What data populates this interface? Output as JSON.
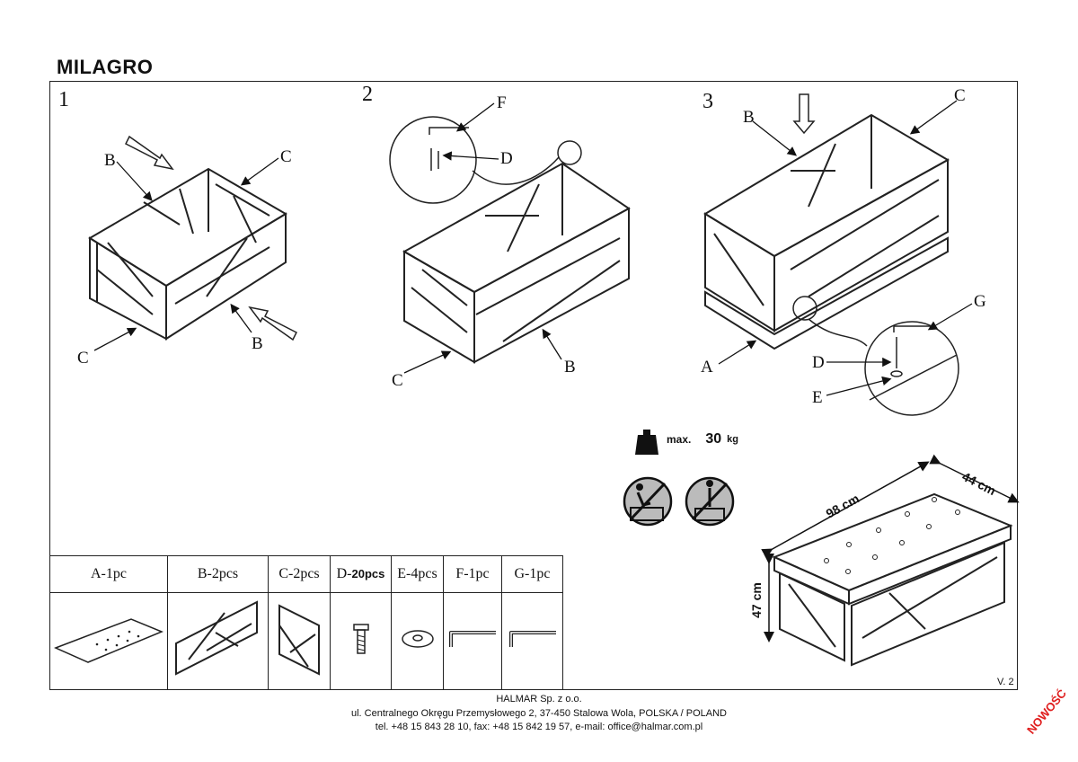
{
  "title": "MILAGRO",
  "steps": {
    "s1": "1",
    "s2": "2",
    "s3": "3"
  },
  "labels": {
    "s1_b_top": "B",
    "s1_c_top": "C",
    "s1_c_bottom": "C",
    "s1_b_bottom": "B",
    "s2_f": "F",
    "s2_d": "D",
    "s2_c": "C",
    "s2_b": "B",
    "s3_b": "B",
    "s3_c": "C",
    "s3_g": "G",
    "s3_d": "D",
    "s3_e": "E",
    "s3_a": "A"
  },
  "parts_table": {
    "headers": [
      "A-1pc",
      "B-2pcs",
      "C-2pcs",
      "D-",
      "E-4pcs",
      "F-1pc",
      "G-1pc"
    ],
    "d_count": "20pcs"
  },
  "weight": {
    "max_label": "max.",
    "value": "30",
    "unit": "kg"
  },
  "dimensions": {
    "length": "98 cm",
    "depth": "44 cm",
    "height": "47 cm"
  },
  "version": "V. 2",
  "footer": {
    "company": "HALMAR Sp. z o.o.",
    "address": "ul. Centralnego Okręgu Przemysłowego 2, 37-450 Stalowa Wola, POLSKA / POLAND",
    "contact": "tel. +48 15 843 28 10, fax: +48 15 842 19 57, e-mail: office@halmar.com.pl"
  },
  "badge": "NOWOŚĆ"
}
